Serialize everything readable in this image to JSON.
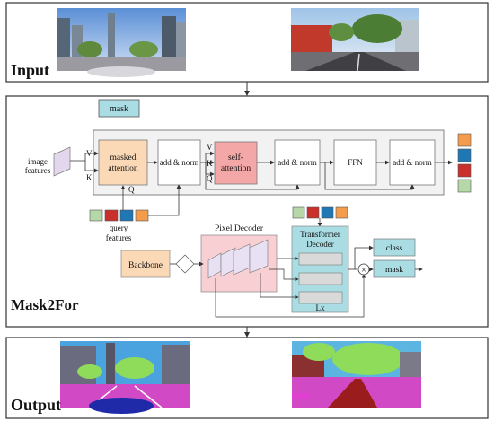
{
  "sections": {
    "input": "Input",
    "model": "Mask2For",
    "output": "Output"
  },
  "diagram": {
    "mask_box": "mask",
    "image_features": [
      "image",
      "features"
    ],
    "masked_attention": [
      "masked",
      "attention"
    ],
    "add_norm": "add & norm",
    "self_attention": [
      "self-",
      "attention"
    ],
    "ffn": "FFN",
    "v": "V",
    "k": "K",
    "q": "Q",
    "query_features": [
      "query",
      "features"
    ],
    "pixel_decoder": "Pixel Decoder",
    "backbone": "Backbone",
    "transformer_decoder": [
      "Transformer",
      "Decoder"
    ],
    "lx": "Lx",
    "class": "class",
    "mask_out": "mask",
    "mult": "×"
  },
  "colors": {
    "teal": "#a9dce3",
    "peach": "#fbd9b7",
    "pink": "#f3a7a7",
    "gray_box": "#f2f2f2",
    "pixel_decoder_bg": "#f8d0d4",
    "token_green": "#b6d7a8",
    "token_red": "#c9302c",
    "token_blue": "#1f77b4",
    "token_orange": "#f39c4b",
    "feature_purple": "#e3d7ee",
    "stack_purple": "#e8e0f3"
  }
}
